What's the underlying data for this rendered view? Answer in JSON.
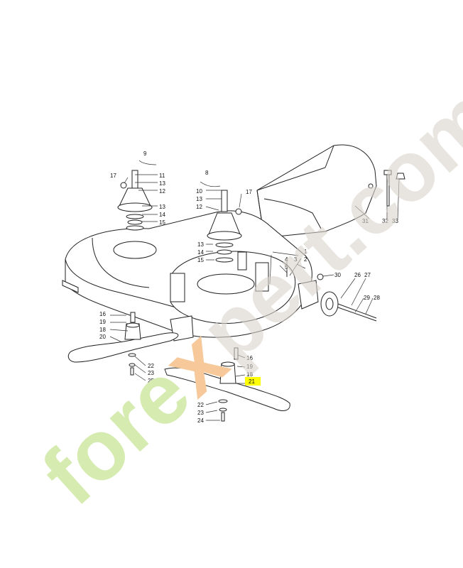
{
  "watermark": {
    "part1": "fore",
    "part2": "x",
    "part3": "pert.com",
    "color_green": "#d6ebb0",
    "color_orange": "#f7c99a",
    "color_grey": "#d9d4cc"
  },
  "highlight_color": "#ffff00",
  "labels": {
    "l1": "1",
    "l2": "2",
    "l3": "3",
    "l4": "4",
    "l5": "5",
    "l8": "8",
    "l9": "9",
    "l10": "10",
    "l11": "11",
    "l12a": "12",
    "l12b": "12",
    "l13a": "13",
    "l13b": "13",
    "l13c": "13",
    "l13d": "13",
    "l14a": "14",
    "l14b": "14",
    "l15a": "15",
    "l15b": "15",
    "l16a": "16",
    "l16b": "16",
    "l17a": "17",
    "l17b": "17",
    "l18a": "18",
    "l18b": "18",
    "l19a": "19",
    "l19b": "19",
    "l20": "20",
    "l21": "21",
    "l22a": "22",
    "l22b": "22",
    "l23a": "23",
    "l23b": "23",
    "l24": "24",
    "l25": "25",
    "l26": "26",
    "l27": "27",
    "l28": "28",
    "l29": "29",
    "l30": "30",
    "l31": "31",
    "l32": "32",
    "l33": "33"
  }
}
